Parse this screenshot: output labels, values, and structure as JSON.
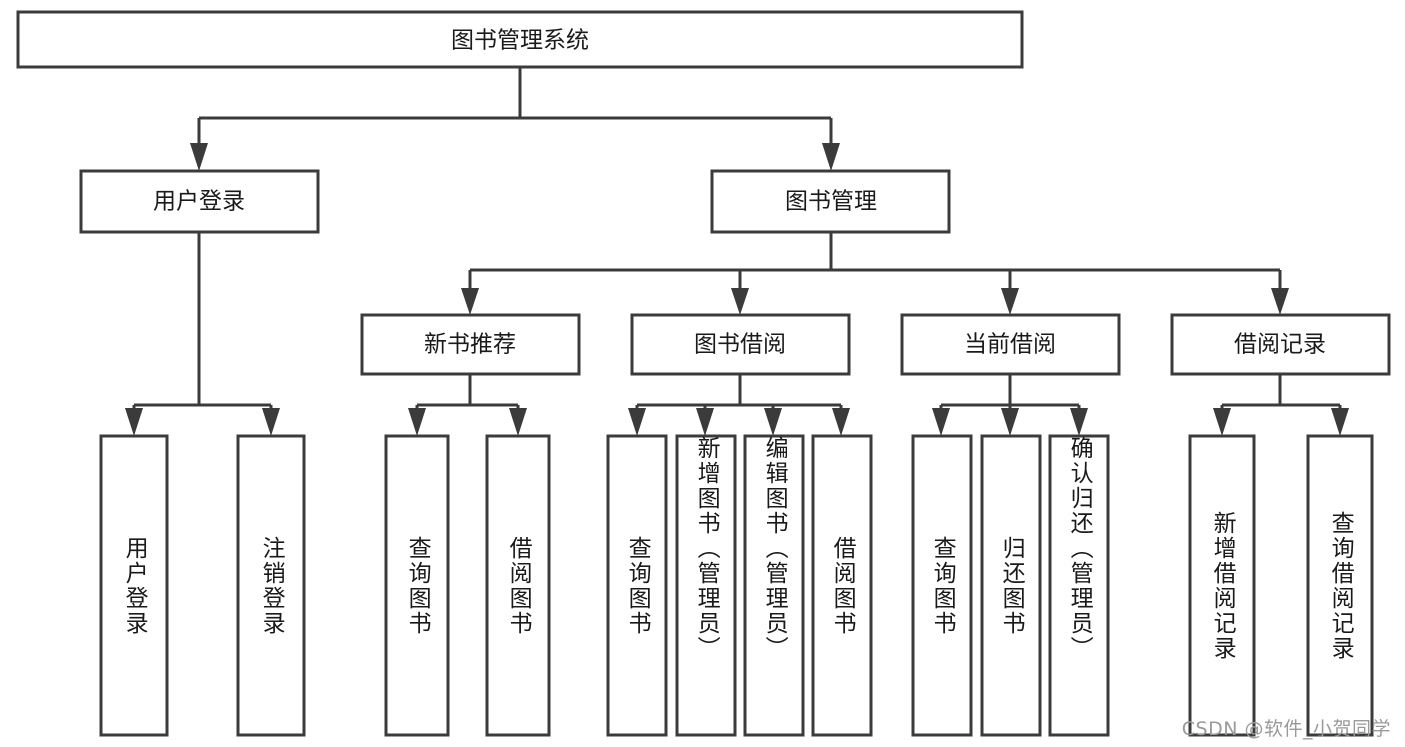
{
  "diagram": {
    "title": "图书管理系统",
    "watermark": "CSDN @软件_小贺同学",
    "stroke_color": "#3b3b3b",
    "text_color": "#1a1a1a",
    "background_color": "#ffffff",
    "watermark_color": "#9a9a9a",
    "levels": {
      "root": {
        "label": "图书管理系统"
      },
      "level2": [
        {
          "id": "user-login",
          "label": "用户登录"
        },
        {
          "id": "book-management",
          "label": "图书管理"
        }
      ],
      "level3": [
        {
          "id": "new-book-recommend",
          "label": "新书推荐"
        },
        {
          "id": "book-borrow",
          "label": "图书借阅"
        },
        {
          "id": "current-borrow",
          "label": "当前借阅"
        },
        {
          "id": "borrow-record",
          "label": "借阅记录"
        }
      ],
      "leaves": {
        "user-login": [
          {
            "id": "leaf-user-login",
            "label": "用户登录"
          },
          {
            "id": "leaf-logout-login",
            "label": "注销登录"
          }
        ],
        "new-book-recommend": [
          {
            "id": "leaf-query-book-1",
            "label": "查询图书"
          },
          {
            "id": "leaf-borrow-book-1",
            "label": "借阅图书"
          }
        ],
        "book-borrow": [
          {
            "id": "leaf-query-book-2",
            "label": "查询图书"
          },
          {
            "id": "leaf-add-book-admin",
            "label": "新增图书（管理员）"
          },
          {
            "id": "leaf-edit-book-admin",
            "label": "编辑图书（管理员）"
          },
          {
            "id": "leaf-borrow-book-2",
            "label": "借阅图书"
          }
        ],
        "current-borrow": [
          {
            "id": "leaf-query-book-3",
            "label": "查询图书"
          },
          {
            "id": "leaf-return-book",
            "label": "归还图书"
          },
          {
            "id": "leaf-confirm-return-admin",
            "label": "确认归还（管理员）"
          }
        ],
        "borrow-record": [
          {
            "id": "leaf-add-borrow-record",
            "label": "新增借阅记录"
          },
          {
            "id": "leaf-query-borrow-record",
            "label": "查询借阅记录"
          }
        ]
      }
    }
  }
}
